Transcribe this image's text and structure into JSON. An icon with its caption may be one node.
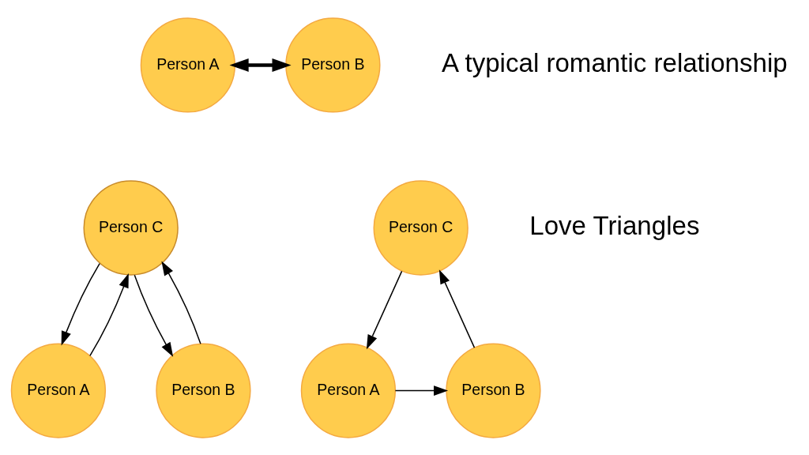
{
  "diagram": {
    "nodes": [
      {
        "text": [
          "Person A"
        ]
      },
      {
        "text": [
          "Person B"
        ]
      },
      {
        "text": [
          "Person C"
        ]
      },
      {
        "text": [
          "Person A"
        ]
      },
      {
        "text": [
          "Person B"
        ]
      },
      {
        "text": [
          "Person C"
        ]
      },
      {
        "text": [
          "Person A"
        ]
      },
      {
        "text": [
          "Person B"
        ]
      }
    ],
    "edges": [
      {
        "from": 0,
        "to": 1,
        "arrow": "both",
        "style": "thick"
      },
      {
        "from": 2,
        "to": 3,
        "arrow": "to"
      },
      {
        "from": 3,
        "to": 2,
        "arrow": "to"
      },
      {
        "from": 4,
        "to": 2,
        "arrow": "to"
      },
      {
        "from": 2,
        "to": 4,
        "arrow": "to"
      },
      {
        "from": 5,
        "to": 6,
        "arrow": "to"
      },
      {
        "from": 7,
        "to": 5,
        "arrow": "to"
      },
      {
        "from": 6,
        "to": 7,
        "arrow": "to"
      }
    ],
    "labels": [
      "A typical romantic relationship",
      "Love Triangles"
    ]
  }
}
